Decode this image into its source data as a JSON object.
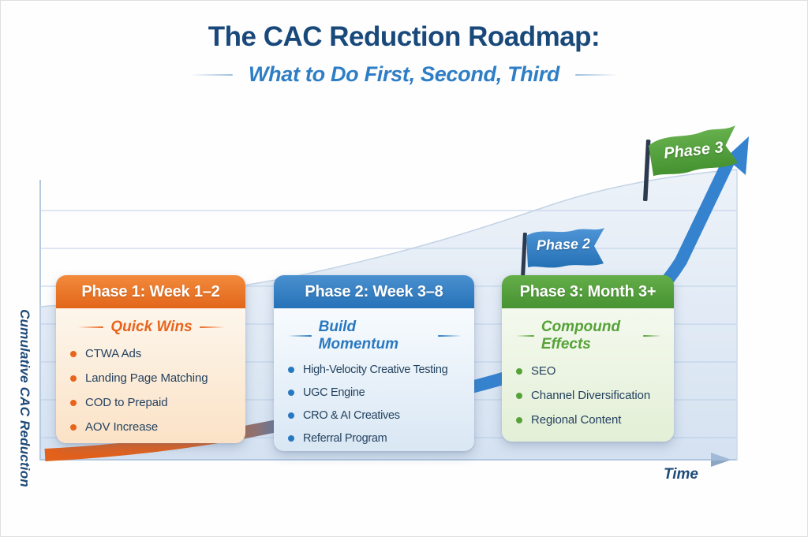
{
  "header": {
    "title": "The CAC Reduction Roadmap:",
    "subtitle": "What to Do First, Second, Third"
  },
  "chart": {
    "y_axis_label": "Cumulative CAC Reduction",
    "x_axis_label": "Time"
  },
  "flags": [
    {
      "label": "Phase 2",
      "color": "#2e7dc4"
    },
    {
      "label": "Phase 3",
      "color": "#4da03c"
    }
  ],
  "phases": [
    {
      "header": "Phase 1: Week 1–2",
      "tagline": "Quick Wins",
      "accent": "#e8641c",
      "items": [
        "CTWA Ads",
        "Landing Page Matching",
        "COD to Prepaid",
        "AOV Increase"
      ]
    },
    {
      "header": "Phase 2: Week 3–8",
      "tagline": "Build Momentum",
      "accent": "#2878c0",
      "items": [
        "High-Velocity Creative Testing",
        "UGC Engine",
        "CRO & AI Creatives",
        "Referral Program"
      ]
    },
    {
      "header": "Phase 3: Month 3+",
      "tagline": "Compound Effects",
      "accent": "#55a238",
      "items": [
        "SEO",
        "Channel Diversification",
        "Regional Content"
      ]
    }
  ],
  "curve": {
    "start_color": "#e2611c",
    "end_color": "#3583cf"
  }
}
